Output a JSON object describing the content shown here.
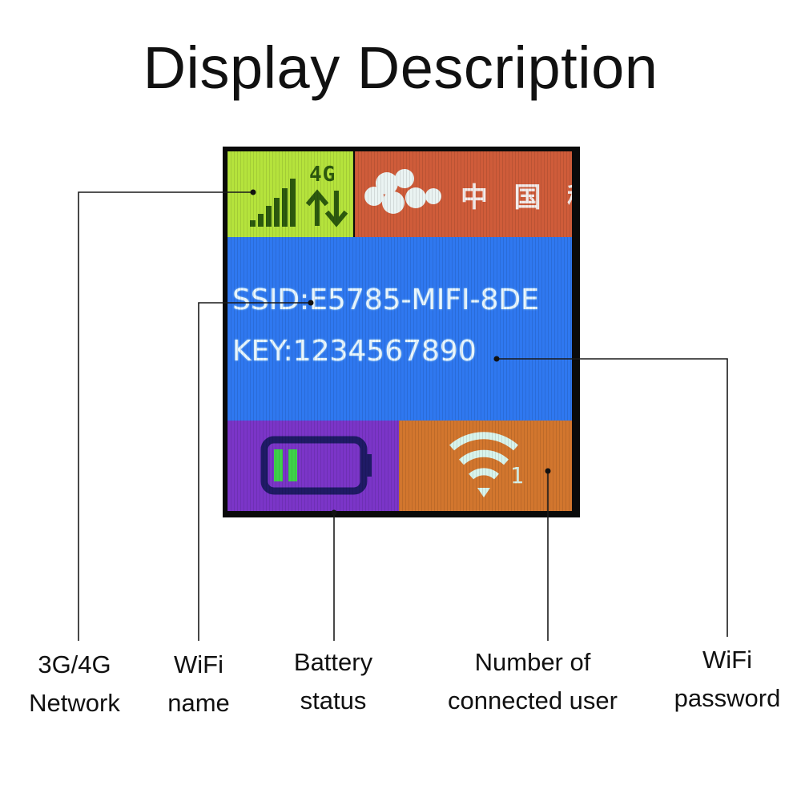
{
  "title": "Display Description",
  "screen": {
    "network_type": "4G",
    "carrier_text": "中 国 移 动",
    "ssid_line": "SSID:E5785-MIFI-8DE",
    "key_line": "KEY:1234567890",
    "connected_users": "1",
    "battery_bars": 2,
    "icons": [
      "signal-bars-icon",
      "data-arrows-icon",
      "carrier-logo-icon",
      "battery-icon",
      "wifi-icon"
    ]
  },
  "labels": {
    "network": [
      "3G/4G",
      "Network"
    ],
    "wifi_name": [
      "WiFi",
      "name"
    ],
    "battery": [
      "Battery",
      "status"
    ],
    "users": [
      "Number of",
      "connected user"
    ],
    "password": [
      "WiFi",
      "password"
    ]
  },
  "colors": {
    "signal_panel": "#b5e33c",
    "carrier_panel": "#cf5c3a",
    "info_panel": "#2f78f0",
    "battery_panel": "#7b35c8",
    "users_panel": "#d2762e",
    "battery_fill": "#3fd24a",
    "wifi_icon": "#d8f4ec"
  }
}
